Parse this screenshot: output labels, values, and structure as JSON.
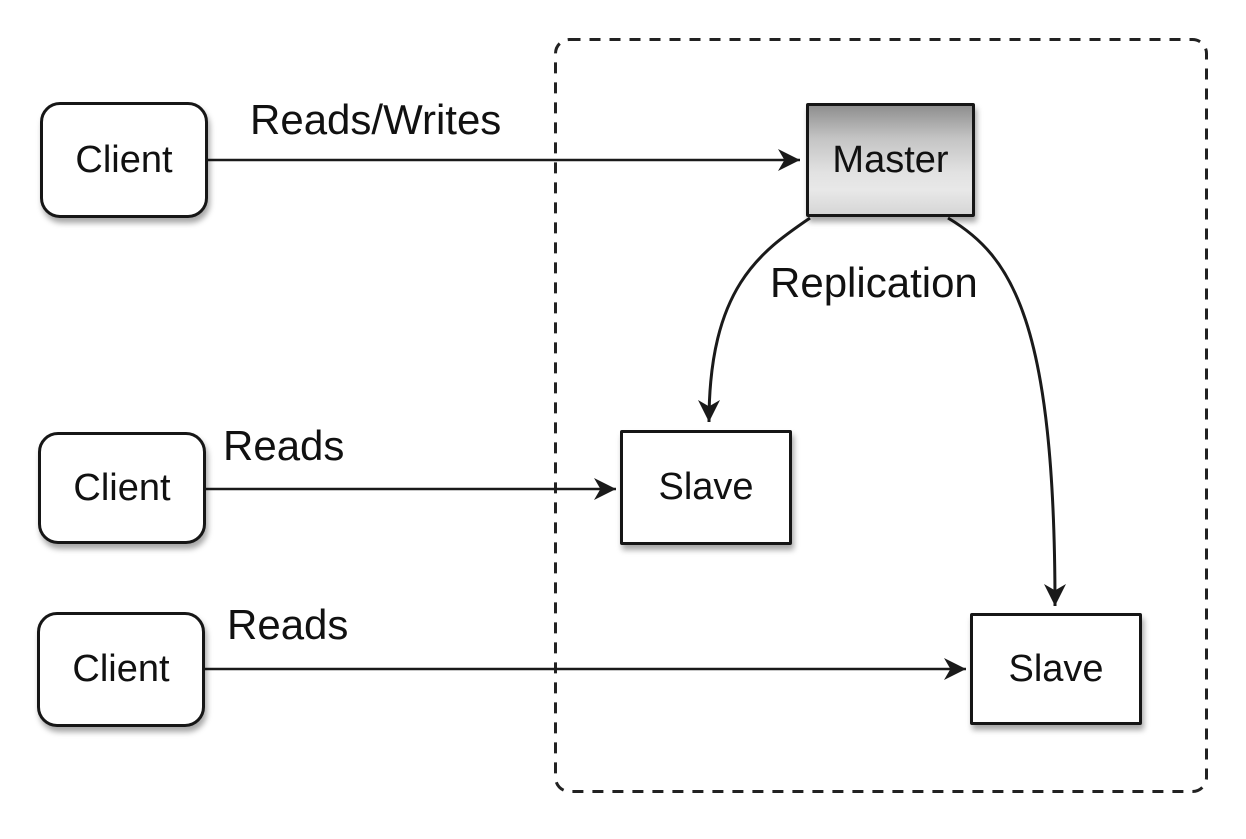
{
  "diagram": {
    "description": "Master-slave database replication topology",
    "clients": [
      {
        "label": "Client"
      },
      {
        "label": "Client"
      },
      {
        "label": "Client"
      }
    ],
    "servers": {
      "master": {
        "label": "Master"
      },
      "slave1": {
        "label": "Slave"
      },
      "slave2": {
        "label": "Slave"
      }
    },
    "edge_labels": {
      "client1_master": "Reads/Writes",
      "client2_slave1": "Reads",
      "client3_slave2": "Reads",
      "replication": "Replication"
    },
    "colors": {
      "background": "#ffffff",
      "node_fill": "#ffffff",
      "node_border": "#161616",
      "master_gradient_top": "#8f8f8f",
      "master_gradient_bottom": "#d6d6d6",
      "arrow": "#1a1a1a",
      "dashed_boundary": "#222222",
      "text": "#111111"
    }
  }
}
